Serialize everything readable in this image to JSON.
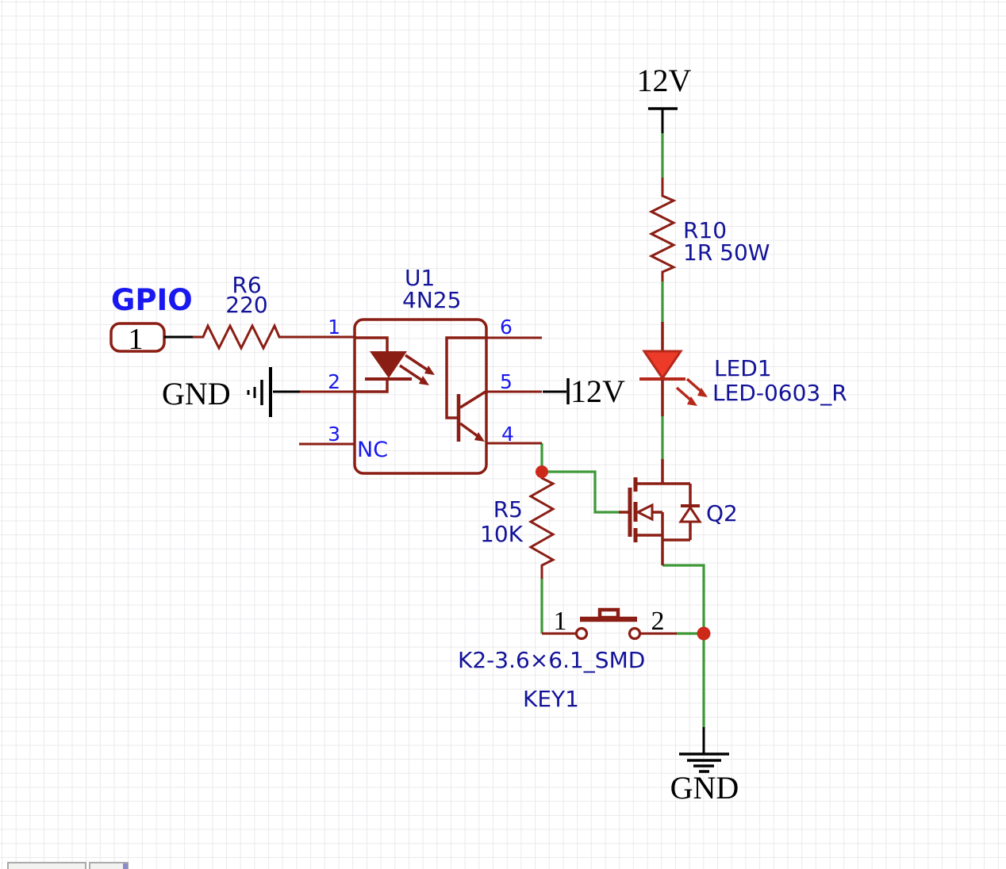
{
  "ports": {
    "gpio": {
      "net": "GPIO",
      "pin": "1"
    }
  },
  "power": {
    "v12_top": "12V",
    "v12_pin5": "12V",
    "gnd_left": "GND",
    "gnd_bottom": "GND"
  },
  "components": {
    "r6": {
      "ref": "R6",
      "value": "220"
    },
    "u1": {
      "ref": "U1",
      "value": "4N25",
      "nc": "NC",
      "pins": {
        "p1": "1",
        "p2": "2",
        "p3": "3",
        "p4": "4",
        "p5": "5",
        "p6": "6"
      }
    },
    "r10": {
      "ref": "R10",
      "value": "1R 50W"
    },
    "led1": {
      "ref": "LED1",
      "value": "LED-0603_R"
    },
    "q2": {
      "ref": "Q2"
    },
    "r5": {
      "ref": "R5",
      "value": "10K"
    },
    "key1": {
      "ref": "KEY1",
      "value": "K2-3.6×6.1_SMD",
      "pins": {
        "p1": "1",
        "p2": "2"
      }
    }
  },
  "colors": {
    "symbol_red": "#8b1e14",
    "wire_green": "#3d9838",
    "junction_red": "#cc2918",
    "led_fill": "#ed3b2a",
    "label_navy": "#131399",
    "net_blue": "#1818ef",
    "black": "#000000",
    "grid": "#eaeaee",
    "background": "#ffffff"
  }
}
